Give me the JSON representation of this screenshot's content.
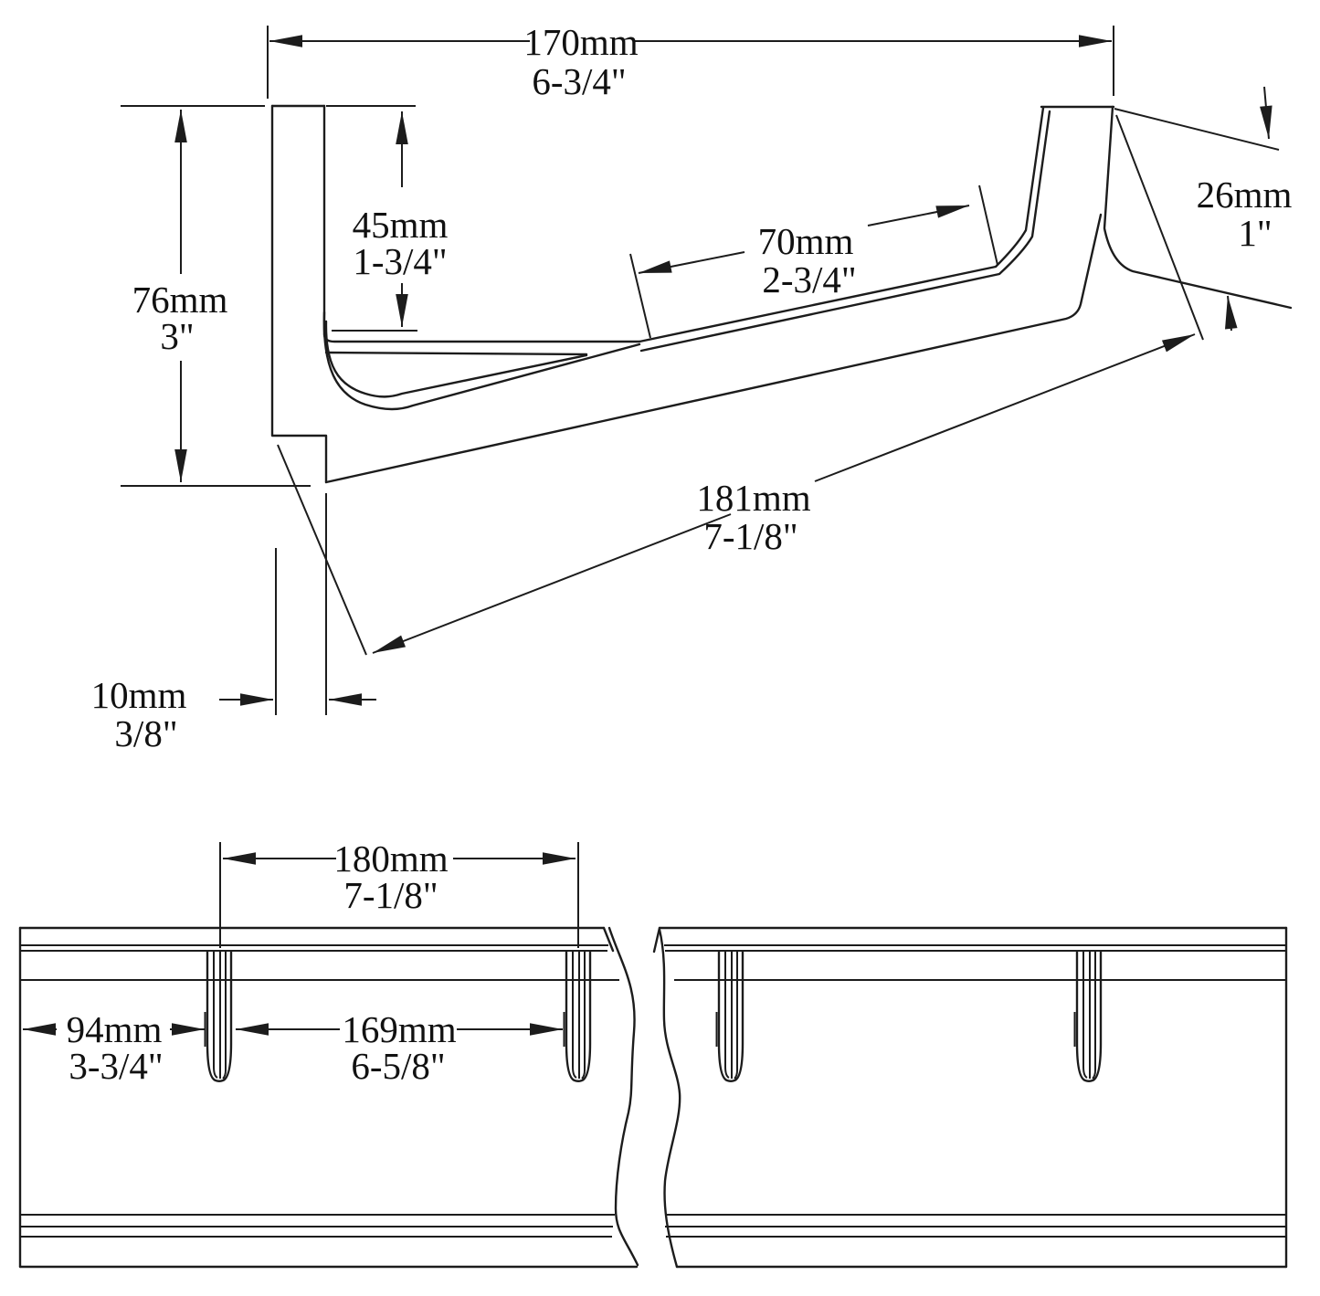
{
  "drawing": {
    "background": "#ffffff",
    "line_color": "#1c1c1c",
    "views": {
      "cross_section": "profile cross-section",
      "front": "rail front view with hanger tabs"
    },
    "dimensions": {
      "overall_width": {
        "mm": "170mm",
        "inch": "6-3/4\""
      },
      "back_height": {
        "mm": "76mm",
        "inch": "3\""
      },
      "lip_drop": {
        "mm": "45mm",
        "inch": "1-3/4\""
      },
      "panel_run": {
        "mm": "70mm",
        "inch": "2-3/4\""
      },
      "hook_lip_height": {
        "mm": "26mm",
        "inch": "1\""
      },
      "slant_length": {
        "mm": "181mm",
        "inch": "7-1/8\""
      },
      "wall_thickness": {
        "mm": "10mm",
        "inch": "3/8\""
      },
      "tab_pitch": {
        "mm": "180mm",
        "inch": "7-1/8\""
      },
      "end_to_tab": {
        "mm": "94mm",
        "inch": "3-3/4\""
      },
      "tab_clear_span": {
        "mm": "169mm",
        "inch": "6-5/8\""
      }
    }
  }
}
